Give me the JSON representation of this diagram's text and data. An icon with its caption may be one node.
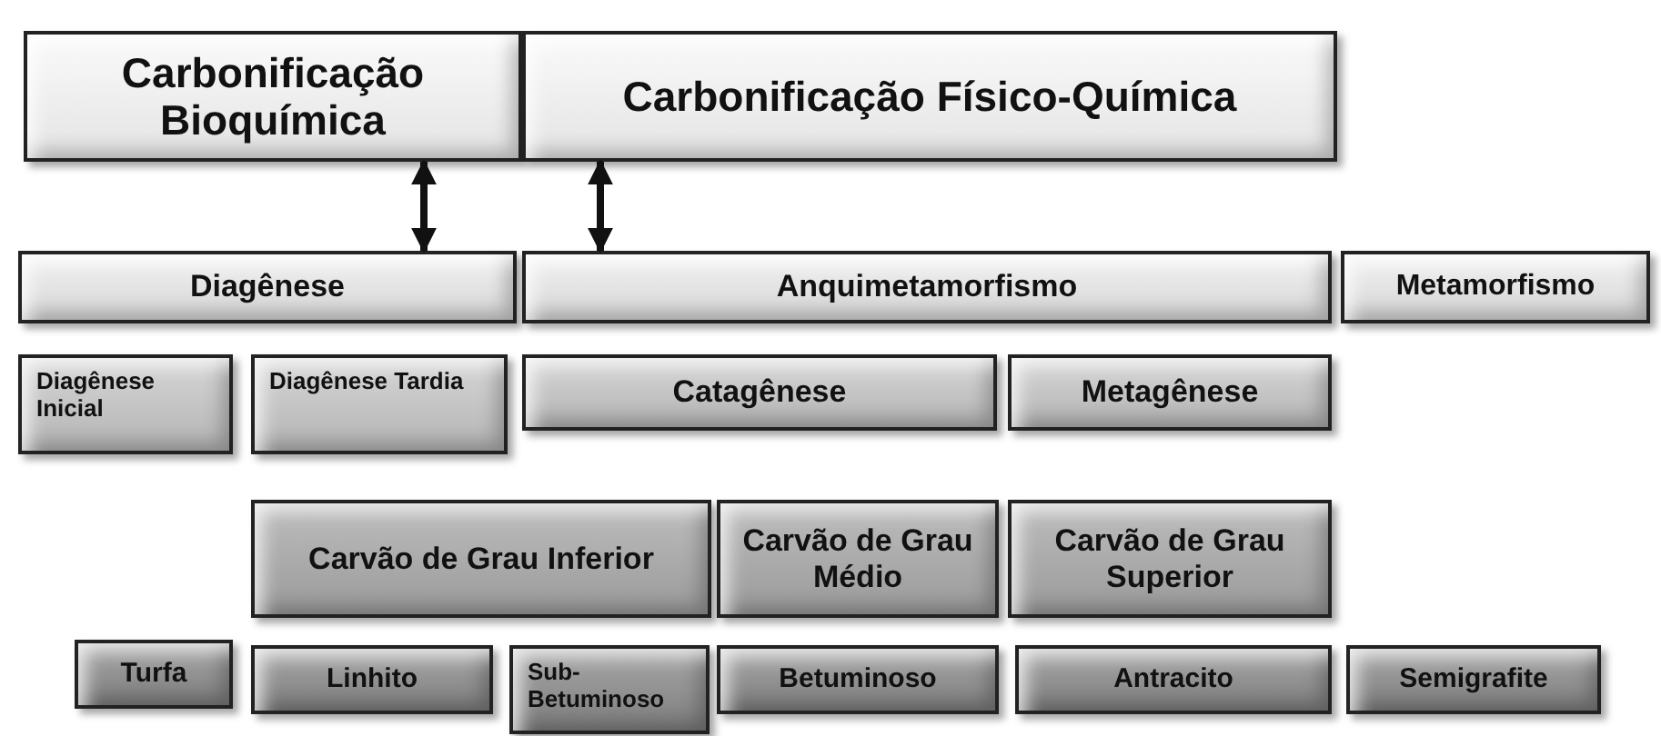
{
  "diagram": {
    "nodes": [
      {
        "text": [
          "Carbonificação Bioquímica"
        ]
      },
      {
        "text": [
          "Carbonificação Físico-Química"
        ]
      },
      {
        "text": [
          "Diagênese"
        ]
      },
      {
        "text": [
          "Anquimetamorfismo"
        ]
      },
      {
        "text": [
          "Metamorfismo"
        ]
      },
      {
        "text": [
          "Diagênese Inicial"
        ]
      },
      {
        "text": [
          "Diagênese Tardia"
        ]
      },
      {
        "text": [
          "Catagênese"
        ]
      },
      {
        "text": [
          "Metagênese"
        ]
      },
      {
        "text": [
          "Carvão de Grau Inferior"
        ]
      },
      {
        "text": [
          "Carvão de Grau Médio"
        ]
      },
      {
        "text": [
          "Carvão de Grau Superior"
        ]
      },
      {
        "text": [
          "Turfa"
        ]
      },
      {
        "text": [
          "Linhito"
        ]
      },
      {
        "text": [
          "Sub-Betuminoso"
        ]
      },
      {
        "text": [
          "Betuminoso"
        ]
      },
      {
        "text": [
          "Antracito"
        ]
      },
      {
        "text": [
          "Semigrafite"
        ]
      }
    ],
    "edges": [
      {
        "from": 0,
        "to": 2,
        "arrow": "both"
      },
      {
        "from": 1,
        "to": 3,
        "arrow": "both"
      }
    ]
  }
}
